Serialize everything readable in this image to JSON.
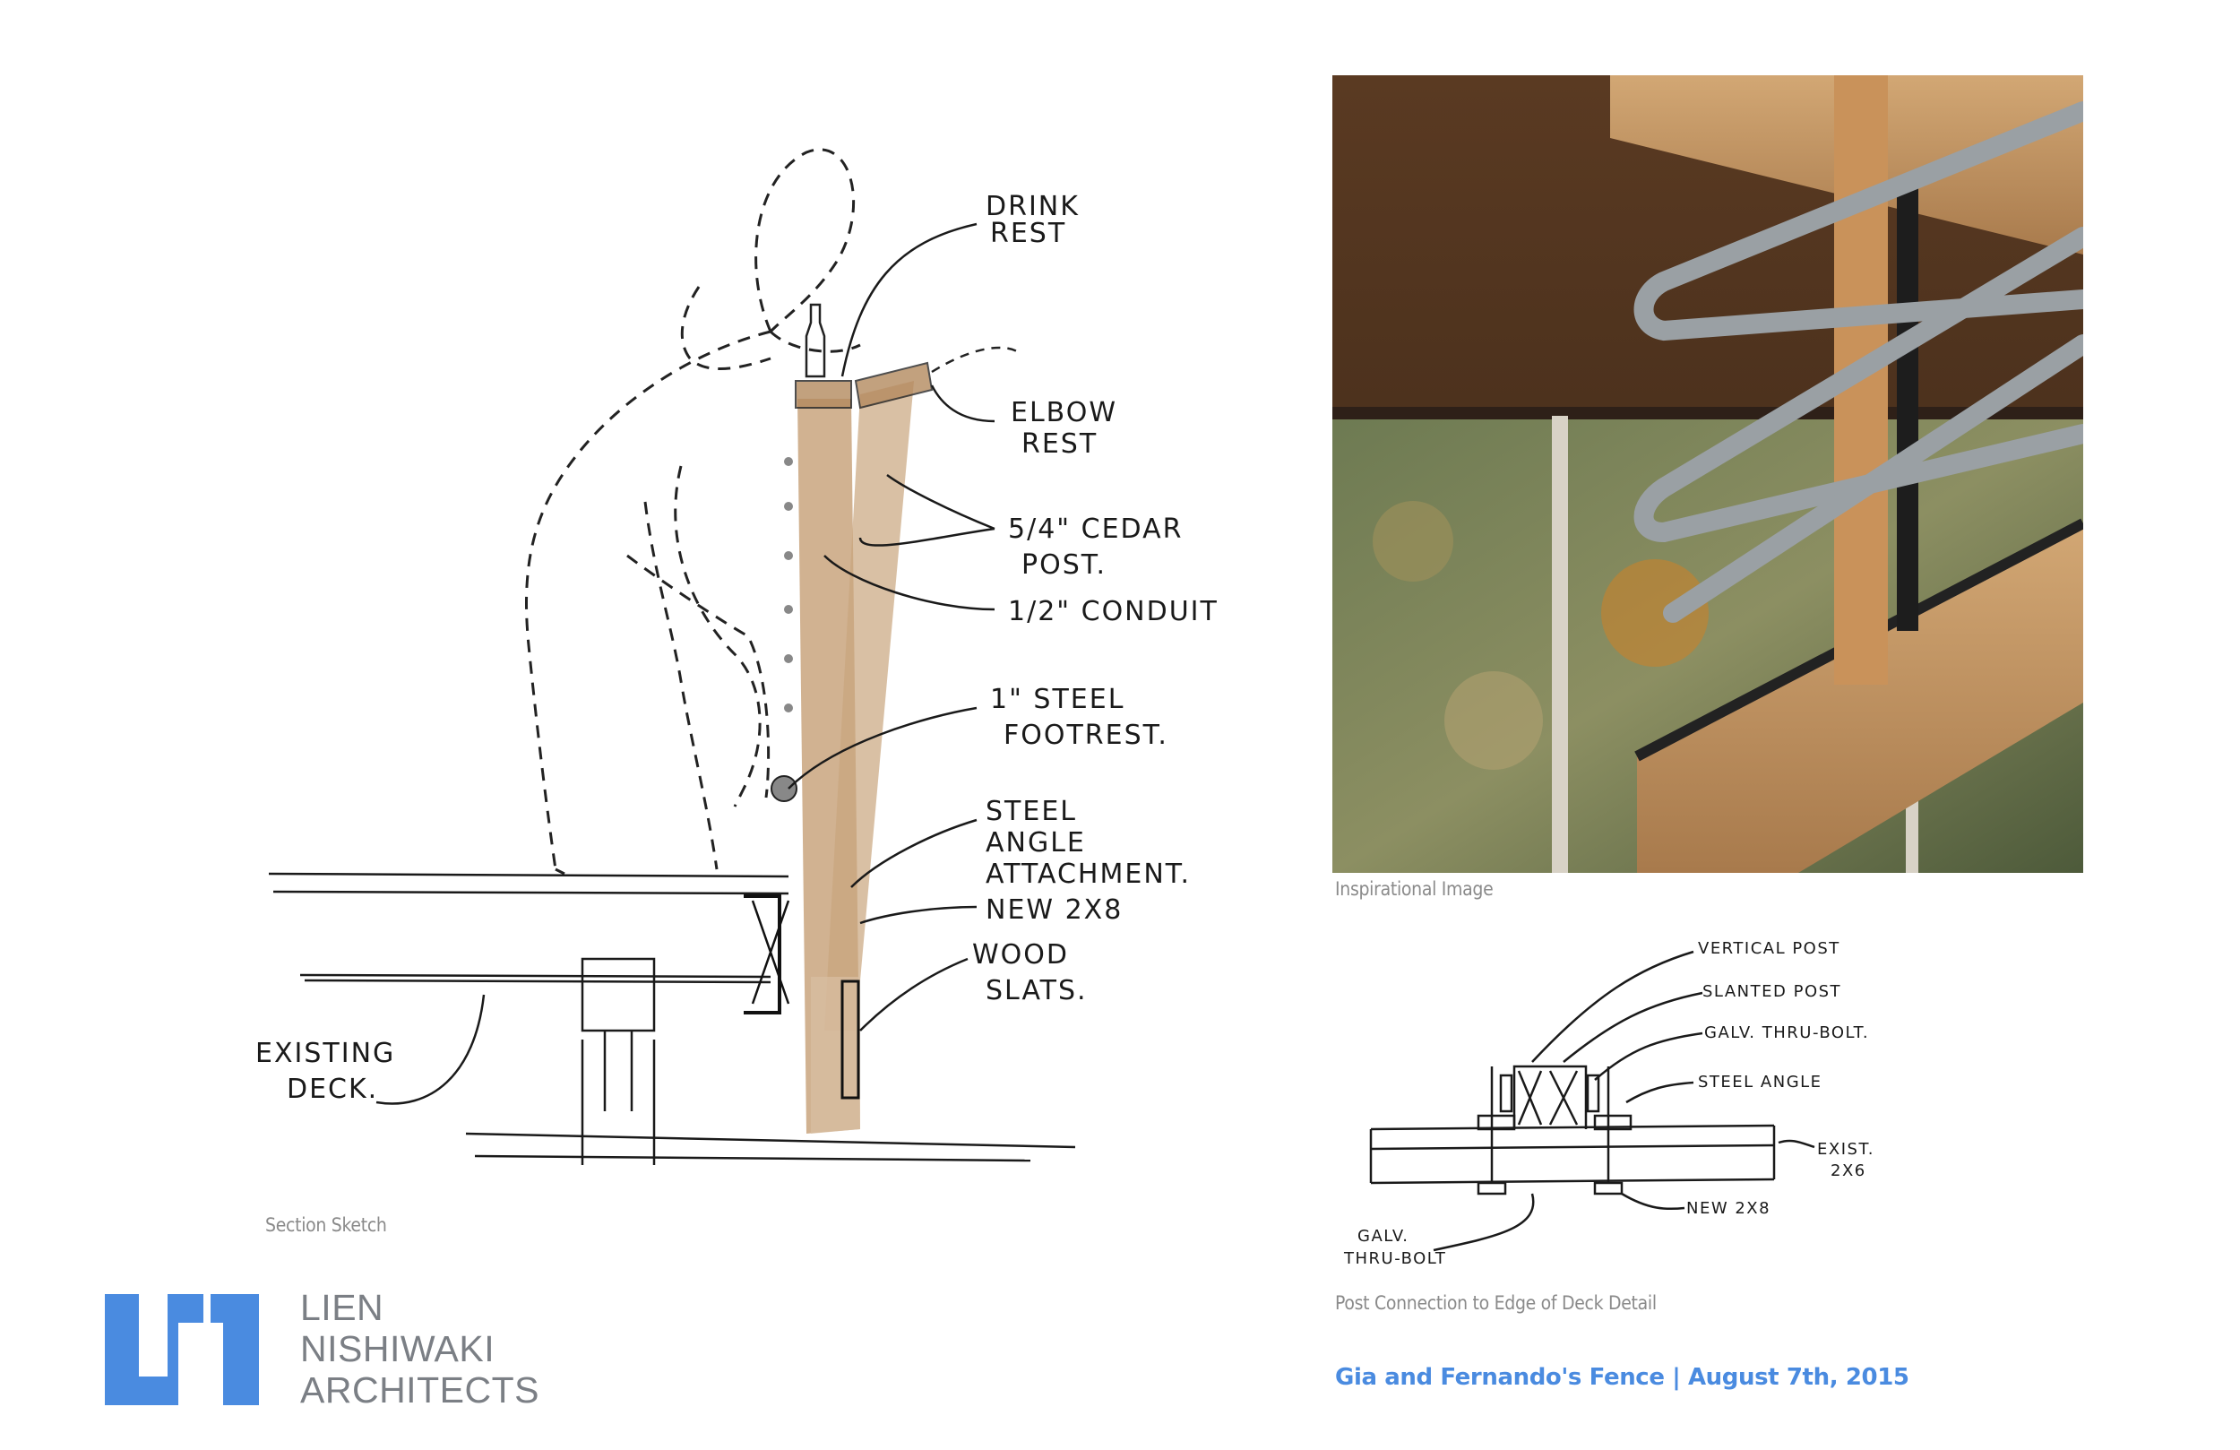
{
  "section_sketch": {
    "caption": "Section Sketch",
    "labels": {
      "drink_rest_1": "DRINK",
      "drink_rest_2": "REST",
      "elbow_rest_1": "ELBOW",
      "elbow_rest_2": "REST",
      "cedar_post_1": "5/4\" CEDAR",
      "cedar_post_2": "POST.",
      "conduit": "1/2\" CONDUIT",
      "footrest_1": "1\" STEEL",
      "footrest_2": "FOOTREST.",
      "angle_1": "STEEL",
      "angle_2": "ANGLE",
      "angle_3": "ATTACHMENT.",
      "new_2x8": "NEW 2X8",
      "wood_slats_1": "WOOD",
      "wood_slats_2": "SLATS.",
      "deck_1": "EXISTING",
      "deck_2": "DECK."
    }
  },
  "inspiration": {
    "caption": "Inspirational Image"
  },
  "detail": {
    "caption": "Post Connection to Edge of Deck Detail",
    "labels": {
      "vertical_post": "VERTICAL POST",
      "slanted_post": "SLANTED POST",
      "galv_bolt": "GALV. THRU-BOLT.",
      "steel_angle": "STEEL ANGLE",
      "exist_1": "EXIST.",
      "exist_2": "2X6",
      "new_2x8": "NEW 2X8",
      "galv_1": "GALV.",
      "galv_2": "THRU-BOLT"
    }
  },
  "logo": {
    "line1": "LIEN",
    "line2": "NISHIWAKI",
    "line3": "ARCHITECTS",
    "color": "#4a8be0"
  },
  "footer": {
    "title": "Gia and  Fernando's Fence |  August 7th,  2015"
  }
}
